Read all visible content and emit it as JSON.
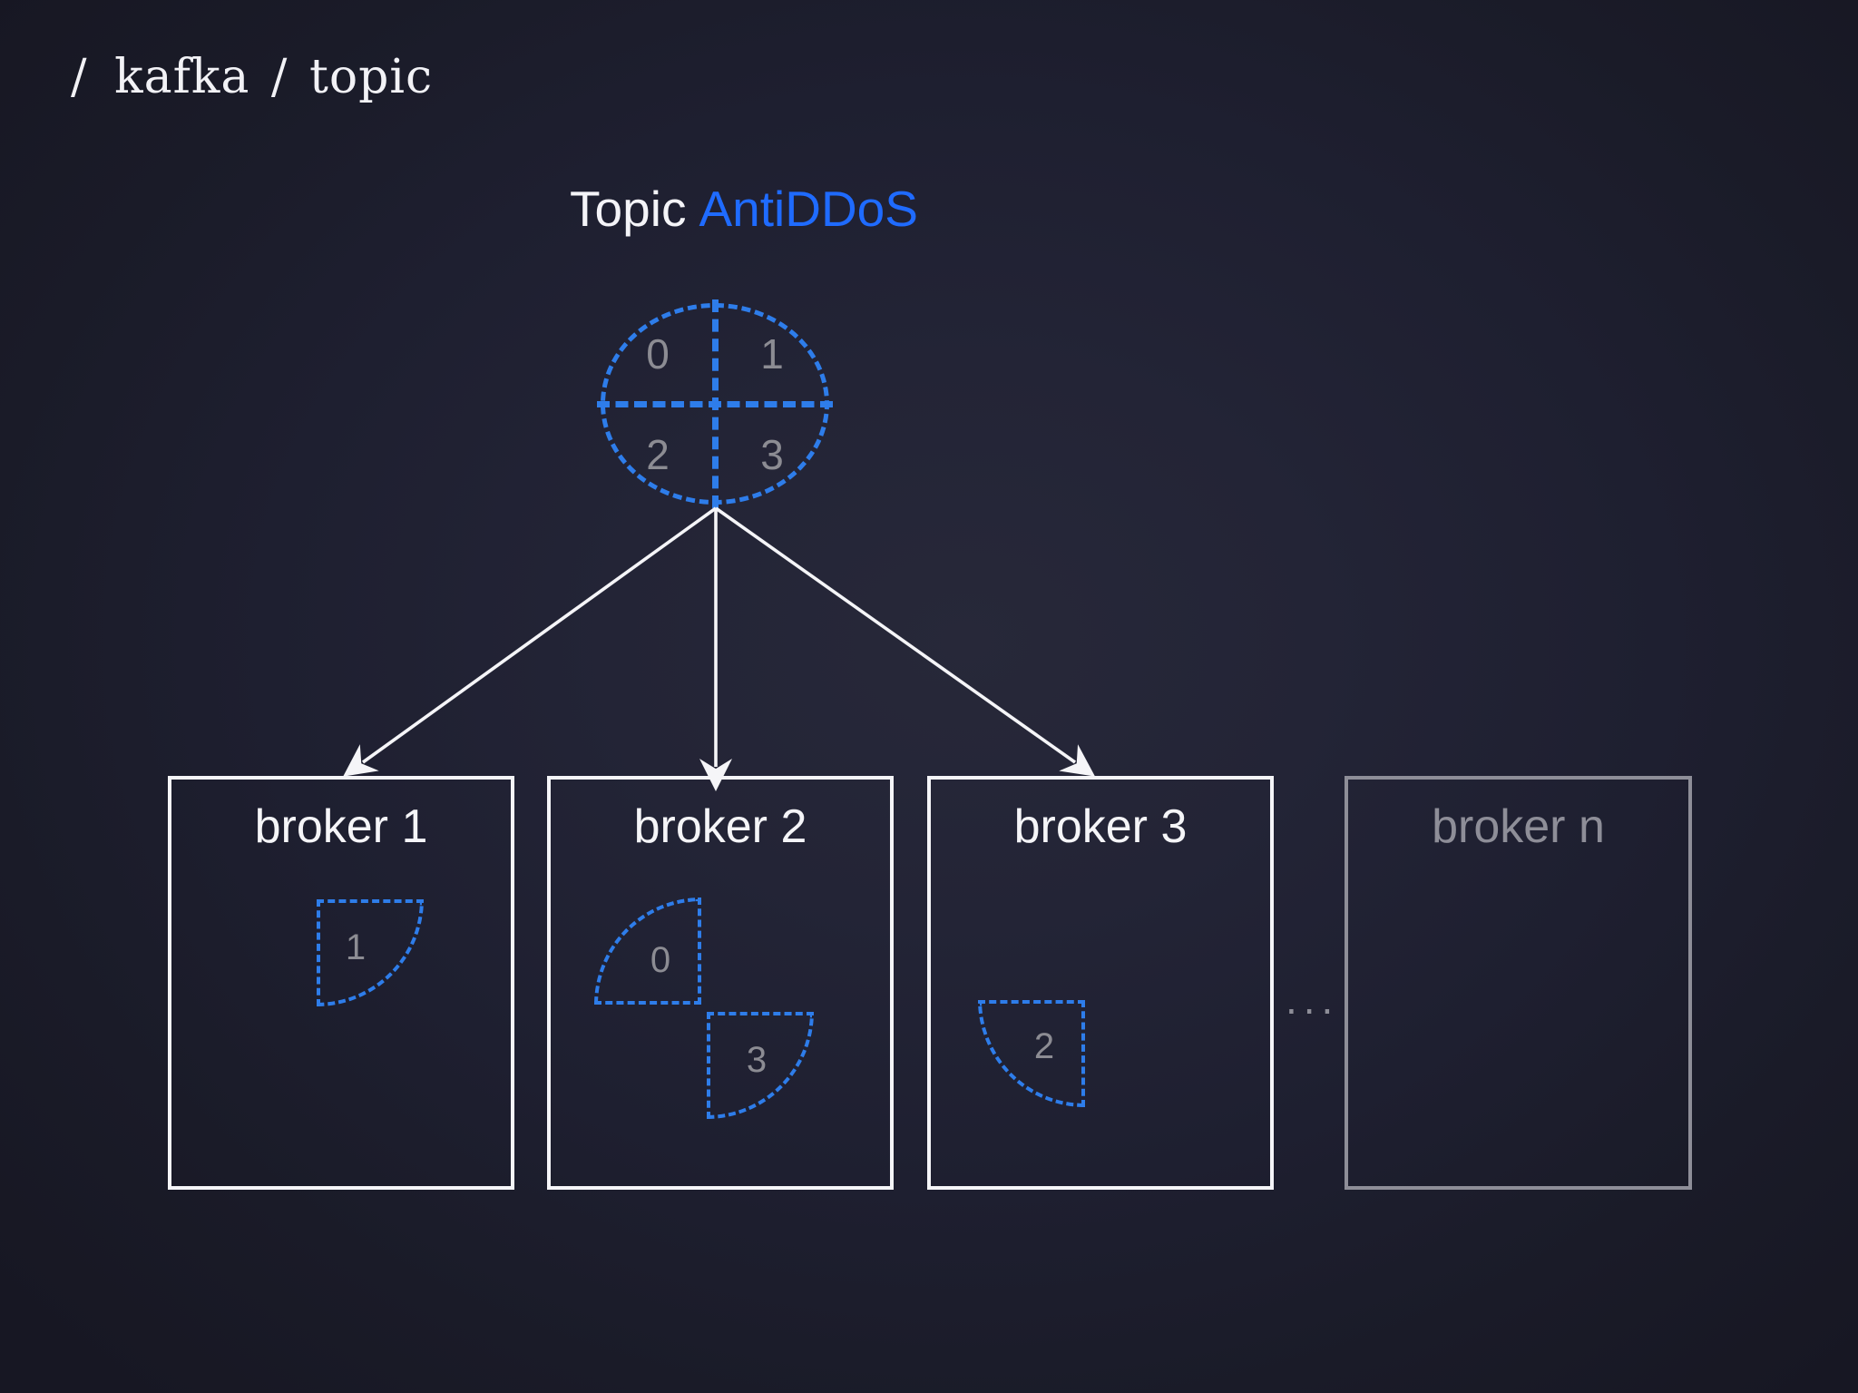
{
  "breadcrumb": {
    "root": "/",
    "segment1": "kafka",
    "sep": "/",
    "segment2": "topic",
    "full": "/ kafka / topic"
  },
  "title": {
    "prefix": "Topic",
    "topic_name": "AntiDDoS"
  },
  "colors": {
    "background_center": "#272839",
    "background_edge": "#171723",
    "accent_blue": "#1f6bff",
    "partition_outline": "#2e7dea",
    "text_primary": "#f5f5f8",
    "text_muted": "#8c8c93",
    "broker_border": "#f5f5f8",
    "broker_border_muted": "#8e8e98"
  },
  "topic_wheel": {
    "label": "partition-wheel",
    "partitions": [
      "0",
      "1",
      "2",
      "3"
    ]
  },
  "arrows": {
    "count": 3,
    "targets": [
      "broker 1",
      "broker 2",
      "broker 3"
    ]
  },
  "brokers": [
    {
      "name": "broker 1",
      "muted": false,
      "partitions": [
        {
          "id": "1"
        }
      ]
    },
    {
      "name": "broker 2",
      "muted": false,
      "partitions": [
        {
          "id": "0"
        },
        {
          "id": "3"
        }
      ]
    },
    {
      "name": "broker 3",
      "muted": false,
      "partitions": [
        {
          "id": "2"
        }
      ]
    },
    {
      "name": "broker n",
      "muted": true,
      "partitions": []
    }
  ],
  "ellipsis": "..."
}
